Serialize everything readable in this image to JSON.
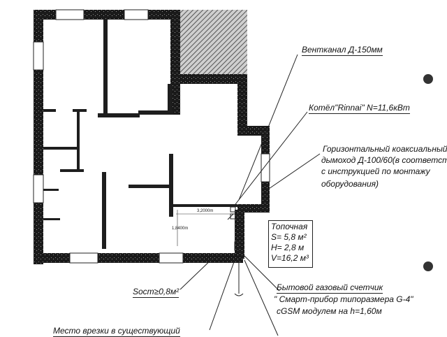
{
  "labels": {
    "ventchannel": "Вентканал Д-150мм",
    "boiler": "Котёл\"Rinnai\" N=11,6кВт",
    "chimney_l1": "Горизонтальный коаксиальный",
    "chimney_l2": "дымоход Д-100/60(в соответст",
    "chimney_l3": "с инструкцией по монтажу",
    "chimney_l4": "оборудования)",
    "meter_l1": "Бытовой газовый счетчик",
    "meter_l2": "\" Смарт-прибор типоразмера G-4\"",
    "meter_l3": "cGSM  модулем на h=1,60м",
    "socket_area": "Sост≥0,8м²",
    "tie_in": "Место врезки в существующий"
  },
  "room_box": {
    "title": "Топочная",
    "area": "S= 5,8 м²",
    "height": "H= 2,8 м",
    "volume": "V=16,2 м³"
  },
  "dimensions": {
    "horizontal": "3,2000m",
    "vertical": "1,8400m"
  },
  "colors": {
    "wall": "#141414",
    "hatch": "#555555",
    "line": "#222222"
  }
}
